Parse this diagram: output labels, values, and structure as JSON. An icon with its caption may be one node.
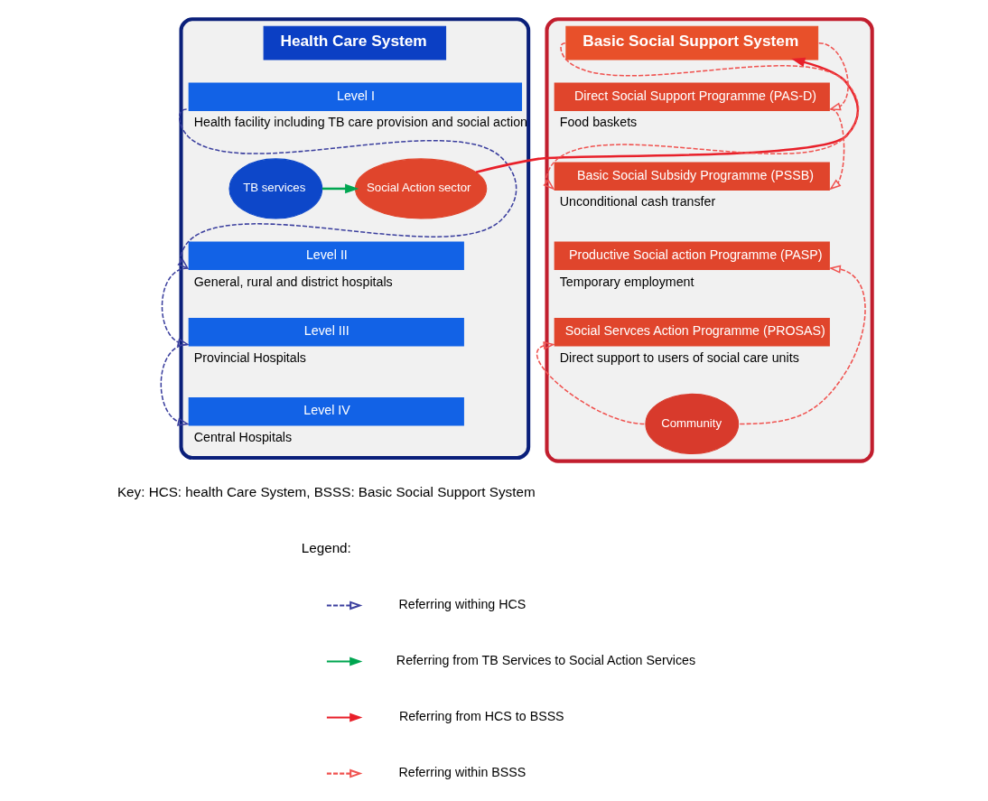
{
  "diagram": {
    "nodes": [
      {
        "text": [
          "Health Care System"
        ]
      },
      {
        "text": [
          "Level I"
        ],
        "in": 0,
        "beside": [
          "Health facility including TB care provision and social action"
        ]
      },
      {
        "text": [
          "TB services"
        ],
        "in": 0
      },
      {
        "text": [
          "Social Action sector"
        ],
        "in": 0
      },
      {
        "text": [
          "Level II"
        ],
        "in": 0,
        "beside": [
          "General, rural and district hospitals"
        ]
      },
      {
        "text": [
          "Level III"
        ],
        "in": 0,
        "beside": [
          "Provincial Hospitals"
        ]
      },
      {
        "text": [
          "Level IV"
        ],
        "in": 0,
        "beside": [
          "Central Hospitals"
        ]
      },
      {
        "text": [
          "Basic Social Support System"
        ]
      },
      {
        "text": [
          "Direct Social Support Programme (PAS-D)"
        ],
        "in": 7,
        "beside": [
          "Food baskets"
        ]
      },
      {
        "text": [
          "Basic Social Subsidy Programme (PSSB)"
        ],
        "in": 7,
        "beside": [
          "Unconditional cash transfer"
        ]
      },
      {
        "text": [
          "Productive Social action Programme (PASP)"
        ],
        "in": 7,
        "beside": [
          "Temporary employment"
        ]
      },
      {
        "text": [
          "Social Servces Action Programme (PROSAS)"
        ],
        "in": 7,
        "beside": [
          "Direct support to users of social care units"
        ]
      },
      {
        "text": [
          "Community"
        ],
        "in": 7
      }
    ],
    "edges": [
      {
        "from": 1,
        "to": 4,
        "arrow": "to",
        "style": "dashed",
        "color": "#3b3f9e"
      },
      {
        "from": 4,
        "to": 5,
        "arrow": "to",
        "style": "dashed",
        "color": "#3b3f9e"
      },
      {
        "from": 5,
        "to": 6,
        "arrow": "to",
        "style": "dashed",
        "color": "#3b3f9e"
      },
      {
        "from": 2,
        "to": 3,
        "arrow": "to",
        "color": "#00a651"
      },
      {
        "from": 3,
        "to": 7,
        "arrow": "to",
        "color": "#e8202a"
      },
      {
        "from": 7,
        "to": 9,
        "arrow": "to",
        "style": "dashed",
        "color": "#f0524f"
      },
      {
        "from": 7,
        "to": 8,
        "arrow": "to",
        "style": "dashed",
        "color": "#f0524f"
      },
      {
        "from": 8,
        "to": 9,
        "arrow": "to",
        "style": "dashed",
        "color": "#f0524f"
      },
      {
        "from": 12,
        "to": 11,
        "arrow": "to",
        "style": "dashed",
        "color": "#f0524f"
      },
      {
        "from": 12,
        "to": 10,
        "arrow": "to",
        "style": "dashed",
        "color": "#f0524f"
      }
    ],
    "labels": [
      "Key: HCS: health Care System, BSSS: Basic Social Support System",
      "Legend:"
    ],
    "legend": [
      {
        "text": "Referring withing HCS"
      },
      {
        "text": "Referring from TB Services to Social Action Services"
      },
      {
        "text": "Referring from HCS to BSSS"
      },
      {
        "text": "Referring within BSSS"
      }
    ]
  }
}
